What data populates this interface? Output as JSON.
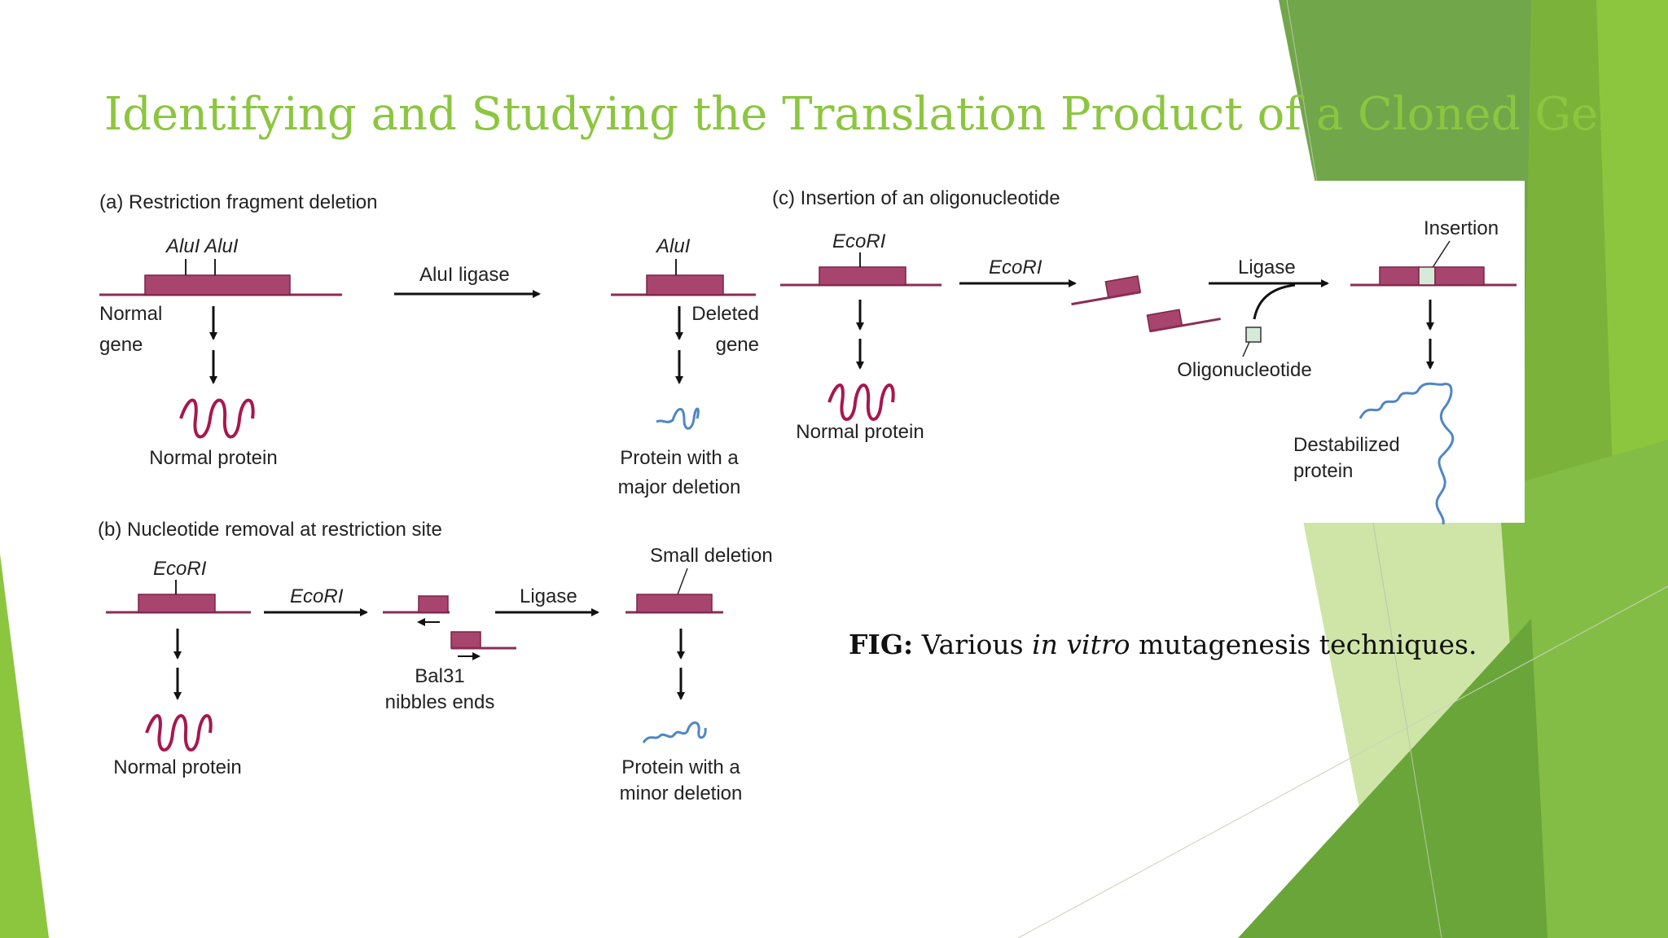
{
  "slide": {
    "title": "Identifying and Studying the Translation Product of a Cloned Gene",
    "caption_prefix": "FIG:",
    "caption_mid1": " Various ",
    "caption_italic": "in vitro",
    "caption_mid2": " mutagenesis techniques."
  },
  "panel_a": {
    "heading": "(a)  Restriction fragment deletion",
    "sites": "AluI AluI",
    "arrow_label": "AluI ligase",
    "site_right": "AluI",
    "normal_line1": "Normal",
    "normal_line2": "gene",
    "deleted_line1": "Deleted",
    "deleted_line2": "gene",
    "protein_left": "Normal protein",
    "protein_right_line1": "Protein with a",
    "protein_right_line2": "major deletion"
  },
  "panel_b": {
    "heading": "(b)  Nucleotide removal at restriction site",
    "site": "EcoRI",
    "arrow1": "EcoRI",
    "arrow2": "Ligase",
    "bal_line1": "Bal31",
    "bal_line2": "nibbles ends",
    "small_deletion": "Small deletion",
    "protein_left": "Normal protein",
    "protein_right_line1": "Protein with a",
    "protein_right_line2": "minor deletion"
  },
  "panel_c": {
    "heading": "(c)  Insertion of an oligonucleotide",
    "site": "EcoRI",
    "arrow1": "EcoRI",
    "arrow2": "Ligase",
    "insertion": "Insertion",
    "oligo": "Oligonucleotide",
    "protein_left": "Normal protein",
    "protein_right_line1": "Destabilized",
    "protein_right_line2": "protein"
  },
  "colors": {
    "accent_green": "#8cc63f",
    "gene_box": "#a8456f",
    "gene_line": "#8a2d56",
    "protein_blue": "#4f86c6"
  }
}
